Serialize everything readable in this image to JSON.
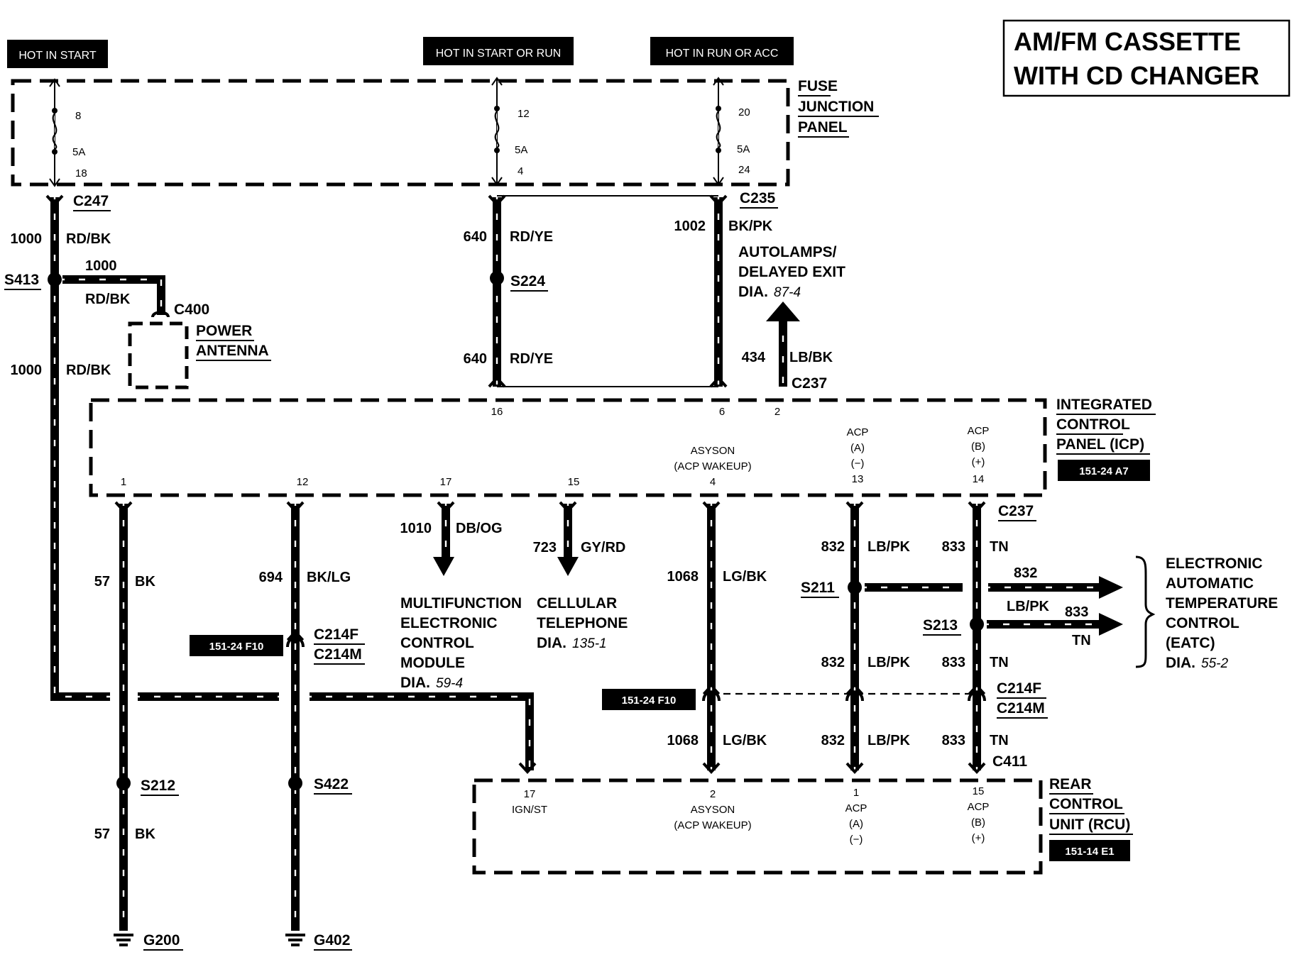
{
  "title": {
    "line1": "AM/FM CASSETTE",
    "line2": "WITH CD CHANGER"
  },
  "power_labels": {
    "hot_start": "HOT IN START",
    "hot_start_run": "HOT IN START OR RUN",
    "hot_run_acc": "HOT IN RUN OR ACC"
  },
  "fuse_panel": {
    "name_lines": [
      "FUSE",
      "JUNCTION",
      "PANEL"
    ],
    "fuses": [
      {
        "top": "8",
        "amp": "5A",
        "bottom": "18"
      },
      {
        "top": "12",
        "amp": "5A",
        "bottom": "4"
      },
      {
        "top": "20",
        "amp": "5A",
        "bottom": "24"
      }
    ]
  },
  "connectors": {
    "c247": "C247",
    "c235": "C235",
    "c400": "C400",
    "c237": "C237",
    "c214f": "C214F",
    "c214m": "C214M",
    "c411": "C411"
  },
  "splices": {
    "s413": "S413",
    "s224": "S224",
    "s211": "S211",
    "s213": "S213",
    "s212": "S212",
    "s422": "S422"
  },
  "grounds": {
    "g200": "G200",
    "g402": "G402"
  },
  "wires": {
    "w1000_top": {
      "num": "1000",
      "color": "RD/BK"
    },
    "w1000_branch": {
      "num": "1000",
      "color": "RD/BK"
    },
    "w1000_bottom": {
      "num": "1000",
      "color": "RD/BK"
    },
    "w640_top": {
      "num": "640",
      "color": "RD/YE"
    },
    "w640_bottom": {
      "num": "640",
      "color": "RD/YE"
    },
    "w1002": {
      "num": "1002",
      "color": "BK/PK"
    },
    "w434": {
      "num": "434",
      "color": "LB/BK"
    },
    "w57_top": {
      "num": "57",
      "color": "BK"
    },
    "w57_bottom": {
      "num": "57",
      "color": "BK"
    },
    "w694": {
      "num": "694",
      "color": "BK/LG"
    },
    "w1010": {
      "num": "1010",
      "color": "DB/OG"
    },
    "w723": {
      "num": "723",
      "color": "GY/RD"
    },
    "w1068_top": {
      "num": "1068",
      "color": "LG/BK"
    },
    "w1068_bottom": {
      "num": "1068",
      "color": "LG/BK"
    },
    "w832_top": {
      "num": "832",
      "color": "LB/PK"
    },
    "w832_mid": {
      "num": "832",
      "color": "LB/PK"
    },
    "w832_bottom": {
      "num": "832",
      "color": "LB/PK"
    },
    "w832_eatc": {
      "num": "832",
      "color": "LB/PK"
    },
    "w833_top": {
      "num": "833",
      "color": "TN"
    },
    "w833_mid": {
      "num": "833",
      "color": "TN"
    },
    "w833_bottom": {
      "num": "833",
      "color": "TN"
    },
    "w833_eatc": {
      "num": "833",
      "color": "TN"
    }
  },
  "power_antenna": {
    "lines": [
      "POWER",
      "ANTENNA"
    ]
  },
  "autolamps": {
    "lines": [
      "AUTOLAMPS/",
      "DELAYED EXIT"
    ],
    "dia_prefix": "DIA.",
    "dia_ref": "87-4"
  },
  "icp": {
    "name_lines": [
      "INTEGRATED",
      "CONTROL",
      "PANEL (ICP)"
    ],
    "ref": "151-24 A7",
    "top_pins": {
      "p16": "16",
      "p6": "6",
      "p2": "2"
    },
    "bottom_pins": {
      "p1": "1",
      "p12": "12",
      "p17": "17",
      "p15": "15",
      "p4": "4",
      "p13": "13",
      "p14": "14"
    },
    "pin_labels": {
      "asyson_1": "ASYSON",
      "asyson_2": "(ACP WAKEUP)",
      "acpa_1": "ACP",
      "acpa_2": "(A)",
      "acpa_3": "(−)",
      "acpb_1": "ACP",
      "acpb_2": "(B)",
      "acpb_3": "(+)"
    }
  },
  "mecm": {
    "lines": [
      "MULTIFUNCTION",
      "ELECTRONIC",
      "CONTROL",
      "MODULE"
    ],
    "dia_prefix": "DIA.",
    "dia_ref": "59-4"
  },
  "cellular": {
    "lines": [
      "CELLULAR",
      "TELEPHONE"
    ],
    "dia_prefix": "DIA.",
    "dia_ref": "135-1"
  },
  "eatc": {
    "lines": [
      "ELECTRONIC",
      "AUTOMATIC",
      "TEMPERATURE",
      "CONTROL",
      "(EATC)"
    ],
    "dia_prefix": "DIA.",
    "dia_ref": "55-2"
  },
  "ref_tags": {
    "left": "151-24 F10",
    "mid": "151-24 F10"
  },
  "rcu": {
    "name_lines": [
      "REAR",
      "CONTROL",
      "UNIT (RCU)"
    ],
    "ref": "151-14 E1",
    "pins": {
      "p17": "17",
      "p2": "2",
      "p1": "1",
      "p15": "15"
    },
    "pin_labels": {
      "ignst": "IGN/ST",
      "asyson_1": "ASYSON",
      "asyson_2": "(ACP WAKEUP)",
      "acpa_1": "ACP",
      "acpa_2": "(A)",
      "acpa_3": "(−)",
      "acpb_1": "ACP",
      "acpb_2": "(B)",
      "acpb_3": "(+)"
    }
  }
}
